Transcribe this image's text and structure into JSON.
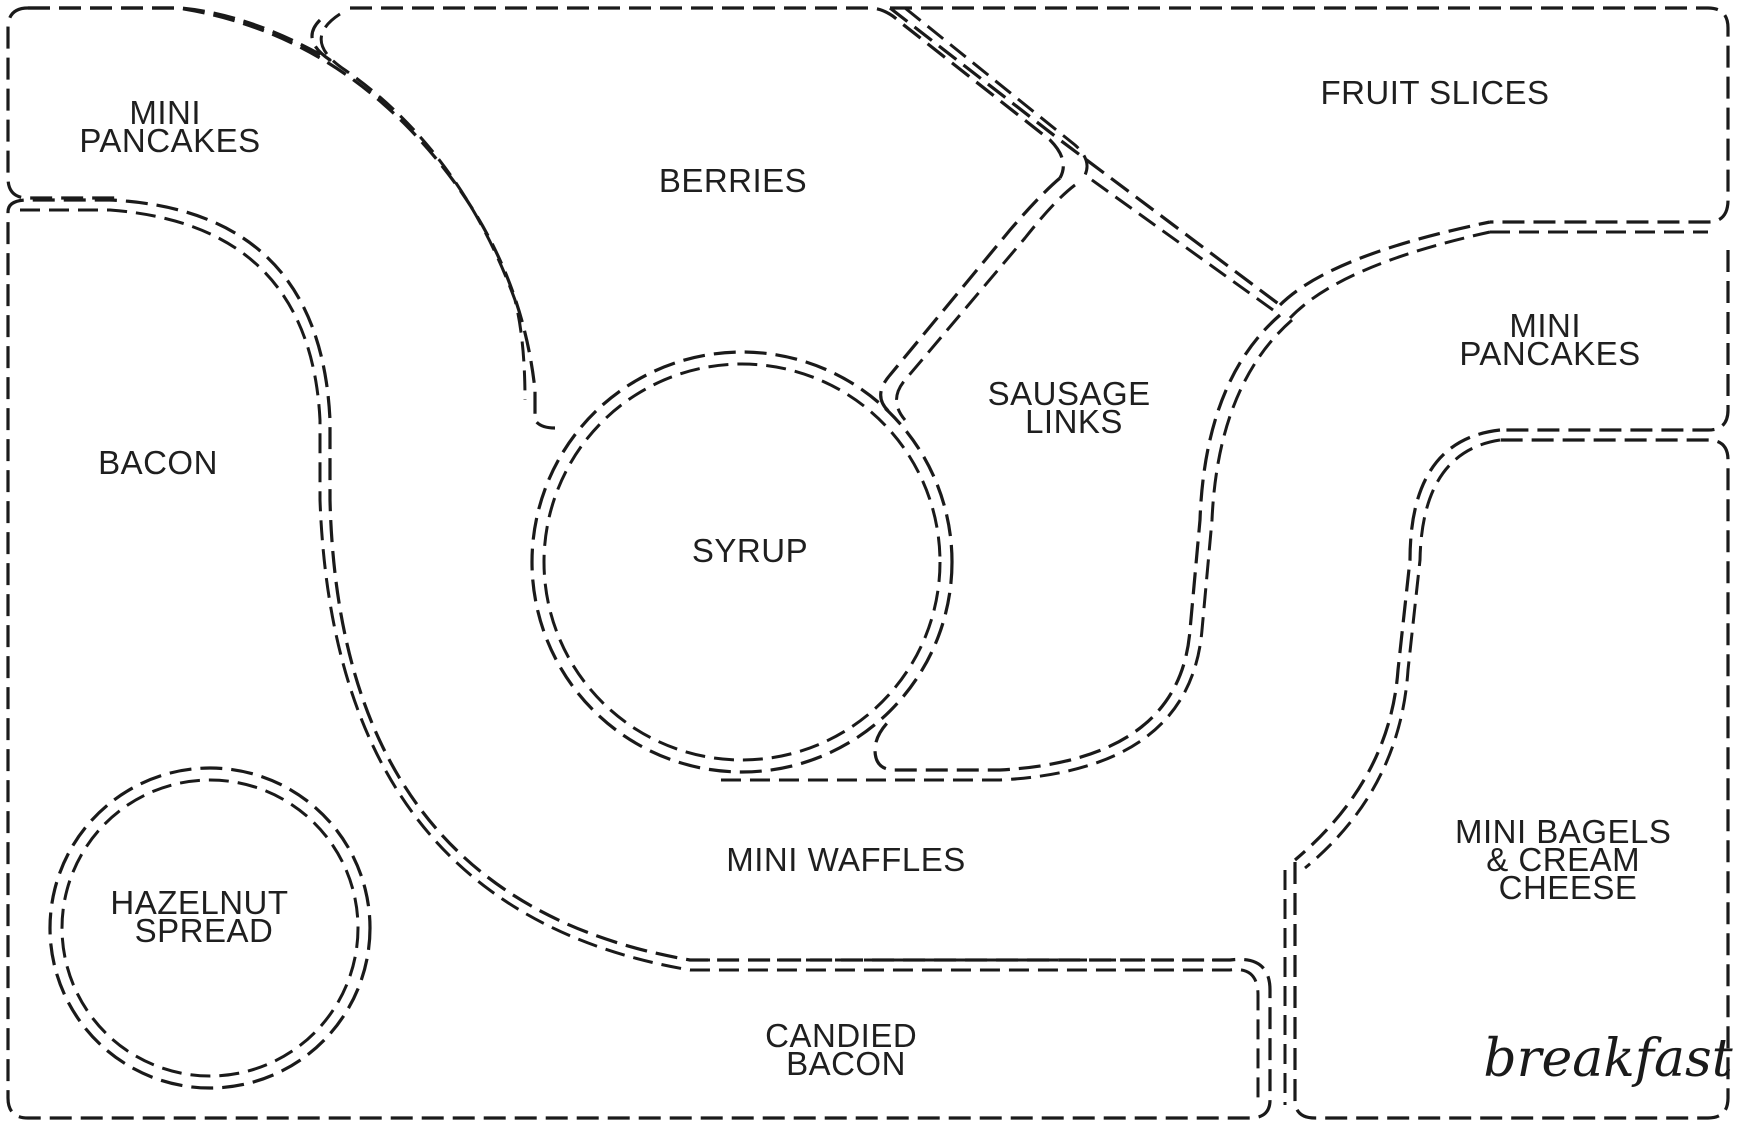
{
  "sections": {
    "mini_pancakes_top": [
      "MINI",
      "PANCAKES"
    ],
    "berries": [
      "BERRIES"
    ],
    "fruit_slices": [
      "FRUIT SLICES"
    ],
    "bacon": [
      "BACON"
    ],
    "sausage_links": [
      "SAUSAGE",
      "LINKS"
    ],
    "mini_pancakes_right": [
      "MINI",
      "PANCAKES"
    ],
    "syrup": [
      "SYRUP"
    ],
    "mini_waffles": [
      "MINI WAFFLES"
    ],
    "hazelnut_spread": [
      "HAZELNUT",
      "SPREAD"
    ],
    "mini_bagels": [
      "MINI BAGELS",
      "& CREAM",
      "CHEESE"
    ],
    "candied_bacon": [
      "CANDIED",
      "BACON"
    ]
  },
  "brand": "breakfast"
}
